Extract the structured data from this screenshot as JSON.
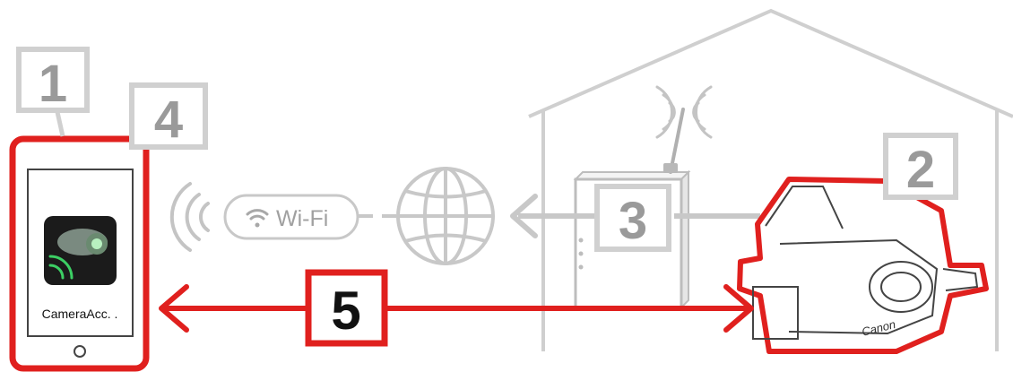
{
  "steps": {
    "step1": "1",
    "step2": "2",
    "step3": "3",
    "step4": "4",
    "step5": "5"
  },
  "wifi_label": "Wi-Fi",
  "phone": {
    "app_label": "CameraAcc. ."
  },
  "camera": {
    "brand": "Canon"
  },
  "colors": {
    "highlight_red": "#e0201e",
    "gray_line": "#c8c8c8",
    "step_box_gray": "#d0d0d0",
    "step_text_gray": "#9a9a9a"
  }
}
